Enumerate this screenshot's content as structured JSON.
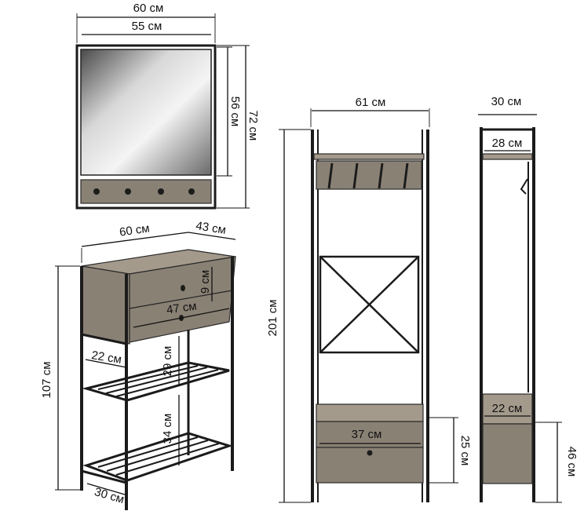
{
  "dimensions": {
    "mirror_width_total": "60 см",
    "mirror_width_inner": "55 см",
    "mirror_height_inner": "56 см",
    "mirror_height_total": "72 см",
    "cabinet_width": "60 см",
    "cabinet_depth": "43 см",
    "drawer_height": "9 см",
    "drawer_width": "47 см",
    "shelf_depth": "22 см",
    "shelf_gap_upper": "29 см",
    "shelf_gap_lower": "34 см",
    "cabinet_height": "107 см",
    "leg_depth": "30 см",
    "rack_width": "61 см",
    "rack_height": "201 см",
    "rack_drawer_width": "37 см",
    "rack_drawer_height": "25 см",
    "side_depth": "30 см",
    "side_top_depth": "28 см",
    "side_bottom_depth": "22 см",
    "side_bottom_height": "46 см"
  },
  "colors": {
    "frame": "#1b1b1b",
    "wood": "#8a8175",
    "wood_light": "#a49a8c",
    "mirror_light": "#f2f2f2",
    "mirror_dark": "#555555"
  }
}
